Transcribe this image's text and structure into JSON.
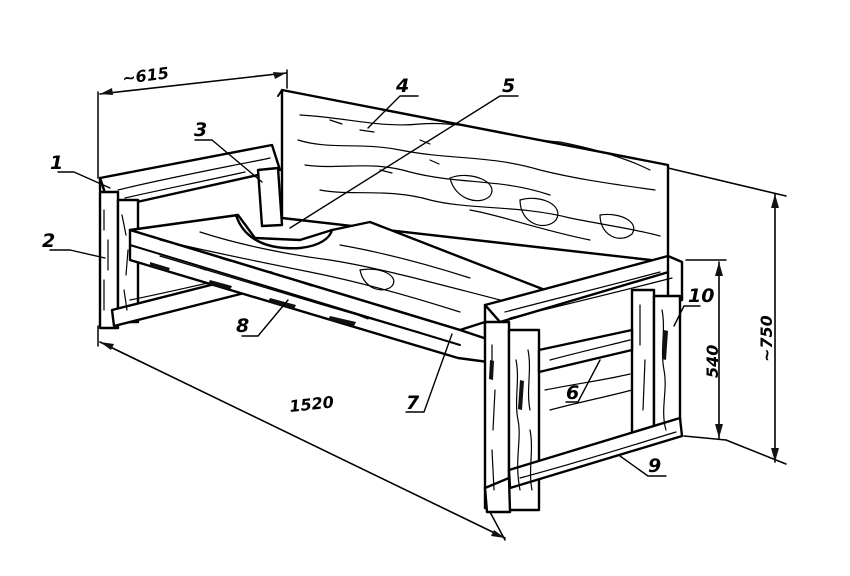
{
  "figure": {
    "dimensions": {
      "width": "~615",
      "length": "1520",
      "seat_height": "540",
      "total_height": "~750"
    },
    "callouts": [
      "1",
      "2",
      "3",
      "4",
      "5",
      "6",
      "7",
      "8",
      "9",
      "10"
    ]
  }
}
